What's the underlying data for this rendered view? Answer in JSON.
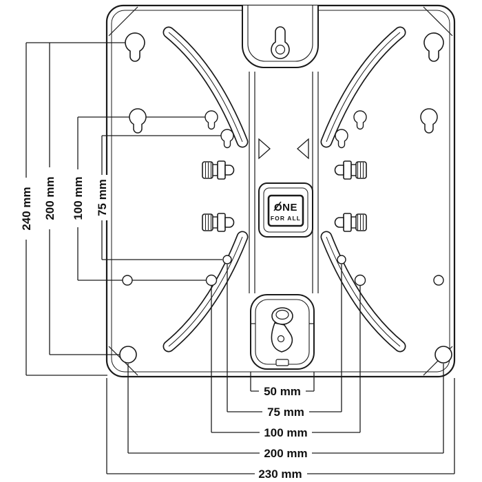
{
  "colors": {
    "line": "#1a1a1a",
    "background": "#ffffff",
    "text": "#111111"
  },
  "logo": {
    "line1": "ONE",
    "line2": "FOR ALL"
  },
  "dims": {
    "left": [
      "240 mm",
      "200 mm",
      "100 mm",
      "75 mm"
    ],
    "bottom": [
      "50 mm",
      "75 mm",
      "100 mm",
      "200 mm",
      "230 mm"
    ]
  }
}
